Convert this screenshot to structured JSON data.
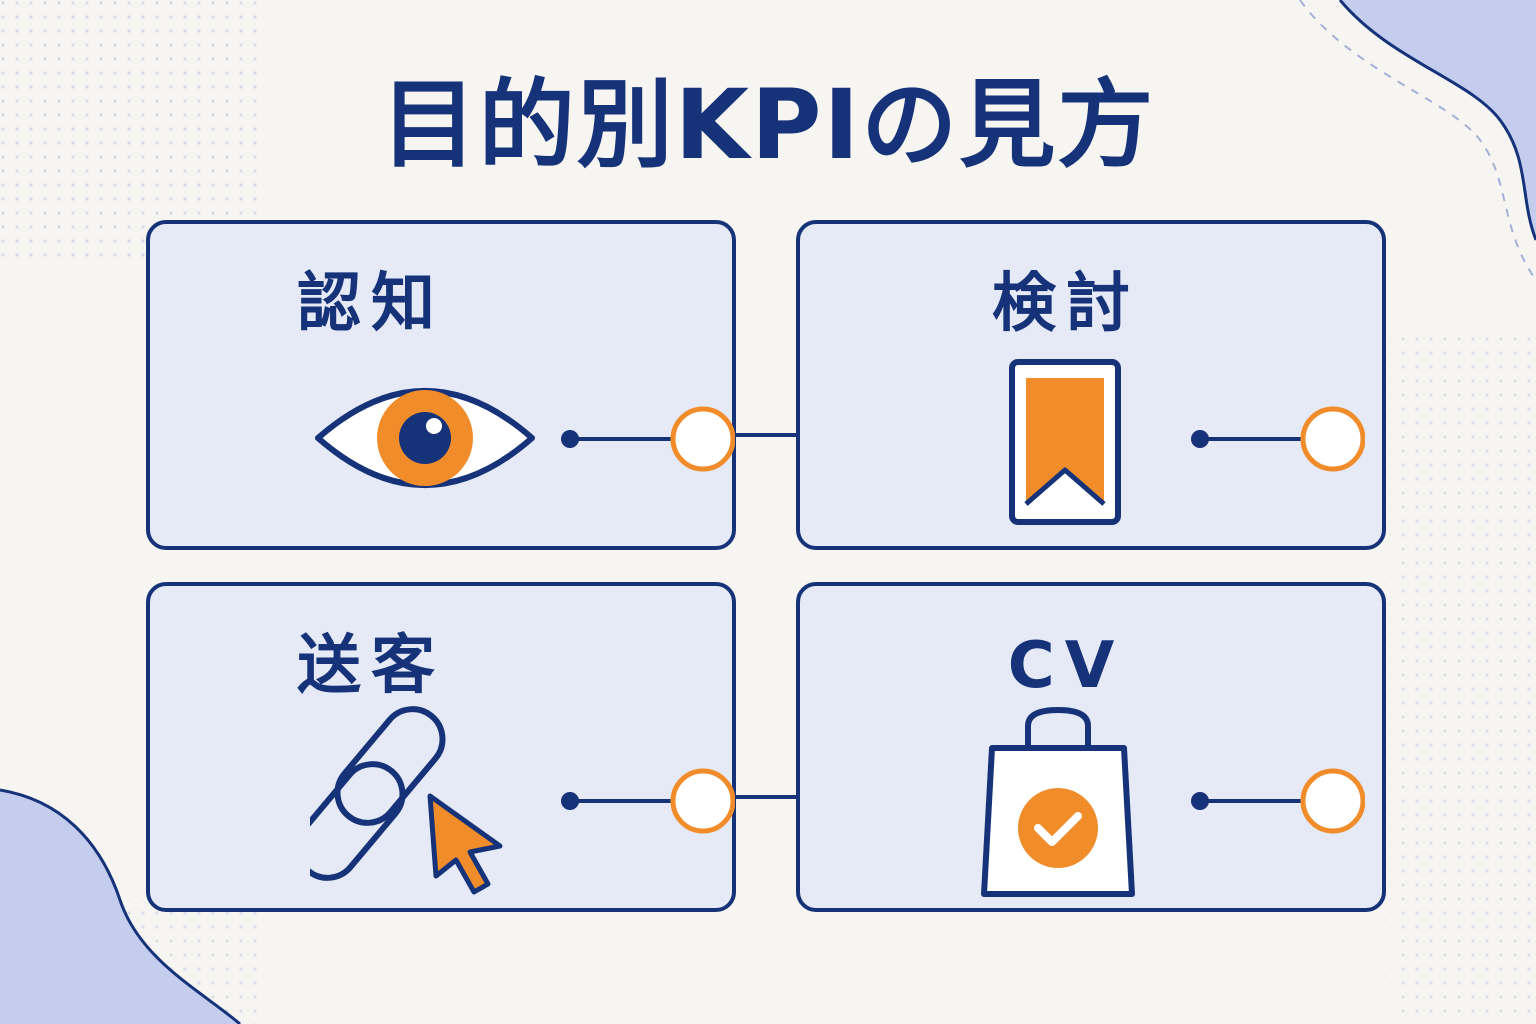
{
  "title": "目的別KPIの見方",
  "colors": {
    "navy": "#16337a",
    "orange": "#f08d2a",
    "card_bg": "#e6e9f6",
    "page_bg": "#f6f5f1"
  },
  "stages": [
    {
      "label": "認知",
      "icon": "eye-icon"
    },
    {
      "label": "検討",
      "icon": "bookmark-icon"
    },
    {
      "label": "送客",
      "icon": "link-cursor-icon"
    },
    {
      "label": "CV",
      "icon": "shopping-bag-check-icon"
    }
  ]
}
